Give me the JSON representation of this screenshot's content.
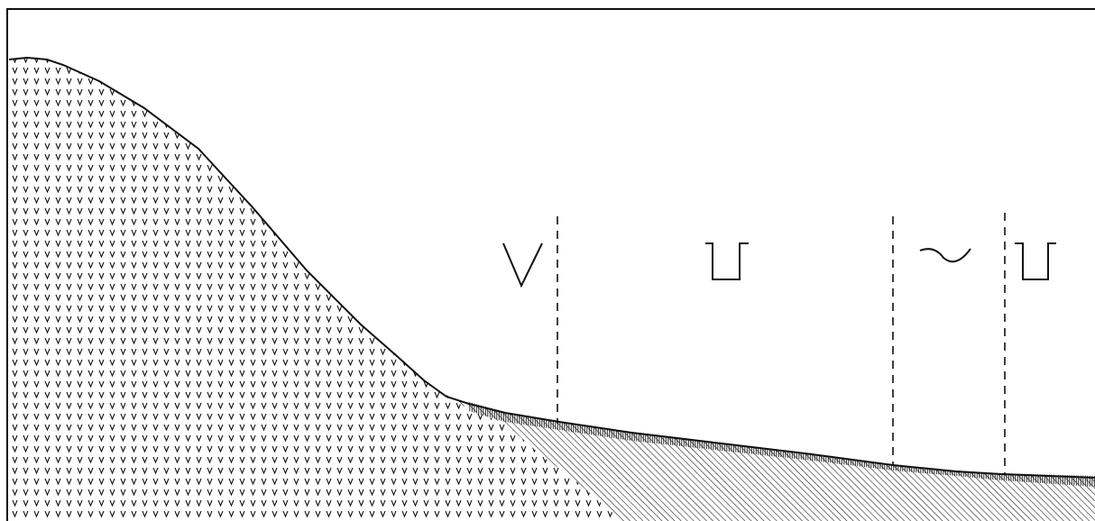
{
  "diagram": {
    "valley_zones": [
      {
        "symbol": "v-shape-valley"
      },
      {
        "symbol": "u-shape-valley"
      },
      {
        "symbol": "shallow-trough-valley"
      },
      {
        "symbol": "u-shape-valley"
      }
    ],
    "colors": {
      "ink": "#111111",
      "background": "#ffffff"
    }
  }
}
